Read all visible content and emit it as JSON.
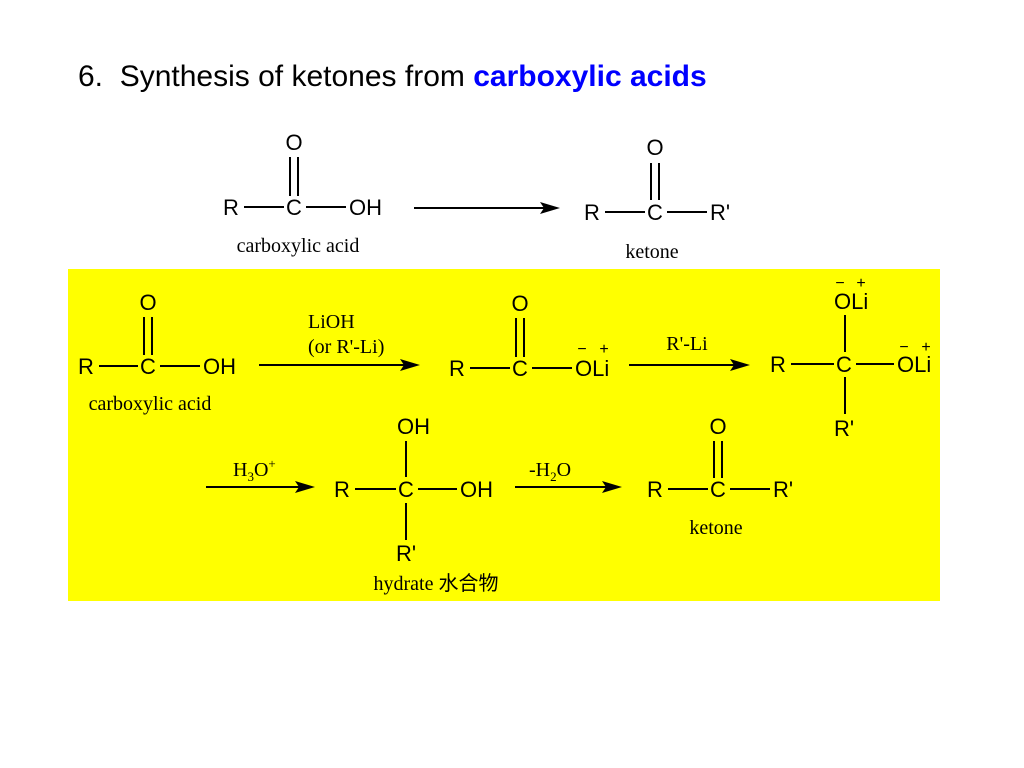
{
  "title": {
    "number": "6.",
    "text": "Synthesis of ketones from",
    "highlight": "carboxylic acids",
    "highlight_color": "#0000ff"
  },
  "panel": {
    "color": "#ffff00"
  },
  "atoms": {
    "O": "O",
    "C": "C",
    "R": "R",
    "Rp": "R'",
    "OH": "OH",
    "OLi": "OLi",
    "minus": "−",
    "plus": "+"
  },
  "labels": {
    "carboxylic_acid": "carboxylic acid",
    "ketone": "ketone",
    "hydrate": "hydrate 水合物"
  },
  "reagents": {
    "lioh_line1": "LiOH",
    "lioh_line2": "(or R'-Li)",
    "rli": "R'-Li",
    "h3o_H": "H",
    "h3o_3": "3",
    "h3o_O": "O",
    "h3o_plus": "+",
    "dehyd_minus": "-H",
    "dehyd_2": "2",
    "dehyd_O": "O"
  }
}
